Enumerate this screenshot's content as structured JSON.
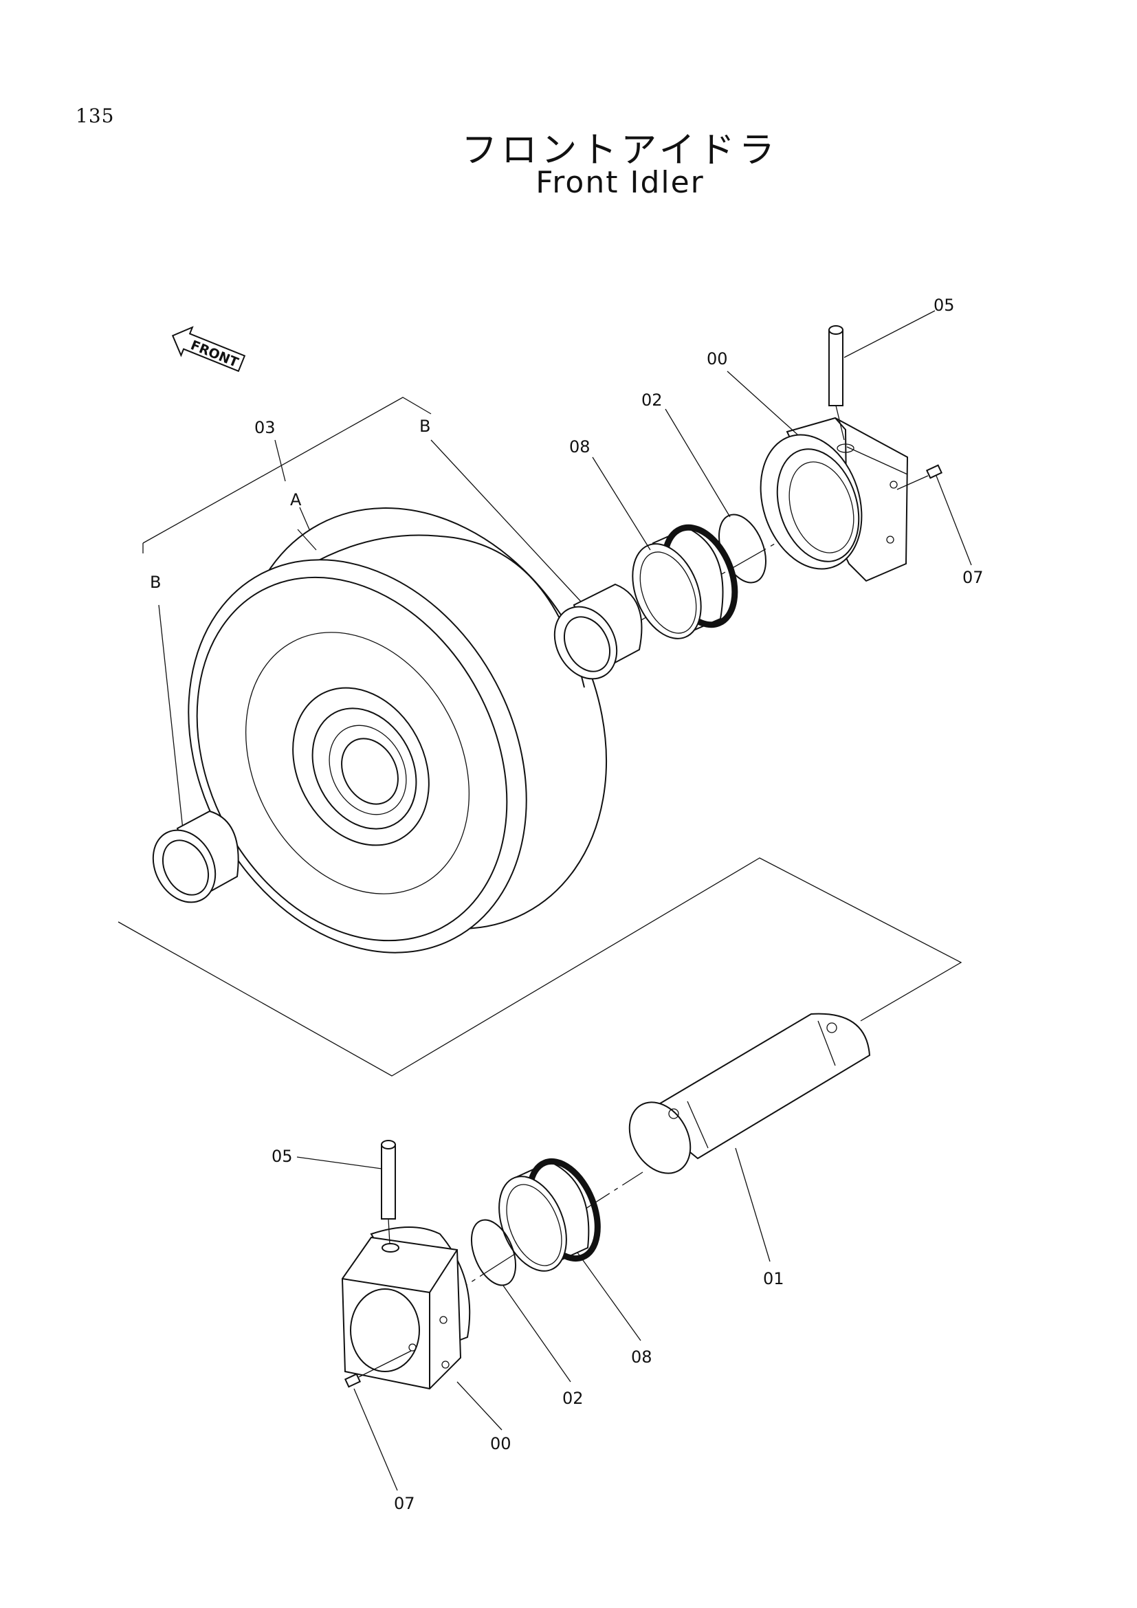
{
  "page": {
    "number": "135"
  },
  "title": {
    "japanese": "フロントアイドラ",
    "english": "Front Idler"
  },
  "front_arrow": {
    "label": "FRONT"
  },
  "callouts": {
    "c_05_top": "05",
    "c_00_top": "00",
    "c_02_top": "02",
    "c_08_top": "08",
    "c_07_top": "07",
    "c_03": "03",
    "c_A": "A",
    "c_B_right": "B",
    "c_B_left": "B",
    "c_05_bot": "05",
    "c_01": "01",
    "c_08_bot": "08",
    "c_02_bot": "02",
    "c_00_bot": "00",
    "c_07_bot": "07"
  }
}
